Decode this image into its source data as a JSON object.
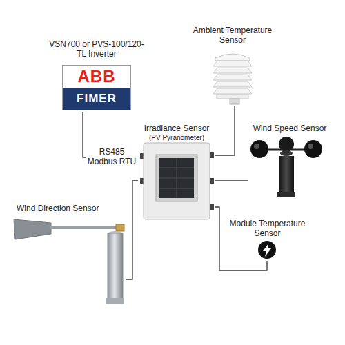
{
  "diagram": {
    "nodes": [
      {
        "text": [
          "VSN700 or PVS-100/120-TL Inverter",
          "ABB",
          "FIMER"
        ]
      },
      {
        "text": [
          "Ambient Temperature Sensor"
        ]
      },
      {
        "text": [
          "Irradiance Sensor",
          "(PV Pyranometer)"
        ]
      },
      {
        "text": [
          "Wind Speed Sensor"
        ]
      },
      {
        "text": [
          "Wind Direction Sensor"
        ]
      },
      {
        "text": [
          "Module Temperature Sensor"
        ]
      }
    ],
    "edges": [
      {
        "from": 0,
        "to": 2,
        "label": "RS485 Modbus RTU",
        "arrow": "none"
      },
      {
        "from": 2,
        "to": 1,
        "arrow": "none"
      },
      {
        "from": 2,
        "to": 3,
        "arrow": "none"
      },
      {
        "from": 2,
        "to": 5,
        "arrow": "none"
      },
      {
        "from": 2,
        "to": 4,
        "arrow": "none"
      }
    ]
  }
}
